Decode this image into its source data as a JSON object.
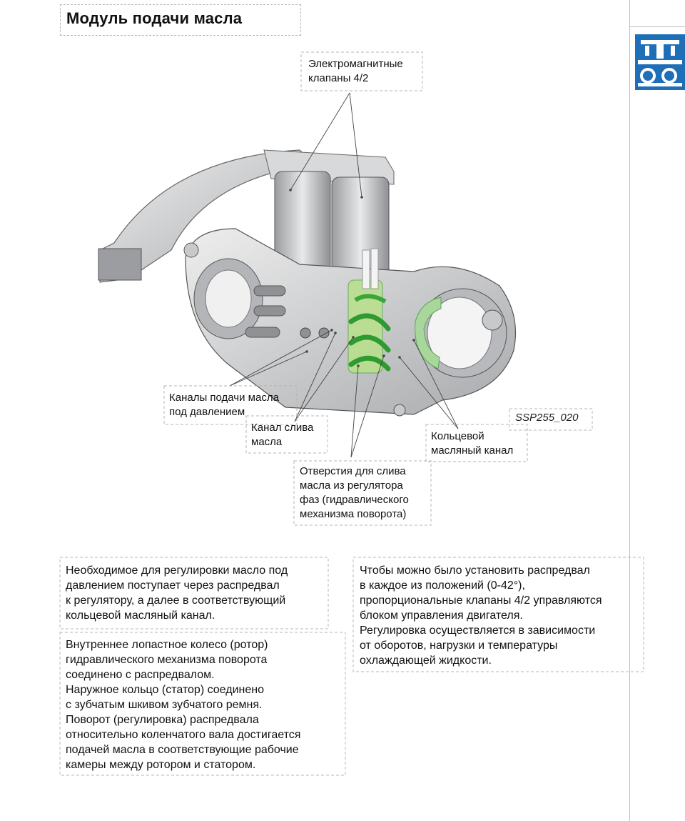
{
  "title": "Модуль подачи масла",
  "figure": {
    "code": "SSP255_020",
    "labels": {
      "solenoid_valves": [
        "Электромагнитные",
        "клапаны 4/2"
      ],
      "pressure_channels": [
        "Каналы подачи масла",
        "под давлением"
      ],
      "drain_channel": [
        "Канал слива",
        "масла"
      ],
      "ring_channel": [
        "Кольцевой",
        "масляный канал"
      ],
      "drain_holes": [
        "Отверстия для слива",
        "масла из регулятора",
        "фаз (гидравлического",
        "механизма поворота)"
      ]
    }
  },
  "paragraphs": {
    "left_top": [
      "Необходимое для регулировки масло под",
      "давлением поступает через распредвал",
      "к регулятору, а далее в соответствующий",
      "кольцевой масляный канал."
    ],
    "left_bottom": [
      "Внутреннее лопастное колесо (ротор)",
      "гидравлического механизма поворота",
      "соединено с распредвалом.",
      "Наружное кольцо (статор) соединено",
      "с зубчатым шкивом зубчатого ремня.",
      "Поворот (регулировка) распредвала",
      "относительно коленчатого вала достигается",
      "подачей масла в соответствующие рабочие",
      "камеры между ротором и статором."
    ],
    "right": [
      "Чтобы можно было установить распредвал",
      "в каждое из положений (0-42°),",
      "пропорциональные клапаны 4/2 управляются",
      "блоком управления двигателя.",
      "Регулировка осуществляется в зависимости",
      "от оборотов, нагрузки и температуры",
      "охлаждающей жидкости."
    ]
  },
  "colors": {
    "logo_blue": "#1f6fb8",
    "oil_green": "#3aa63a",
    "metal_grey": "#c9cbcd"
  }
}
